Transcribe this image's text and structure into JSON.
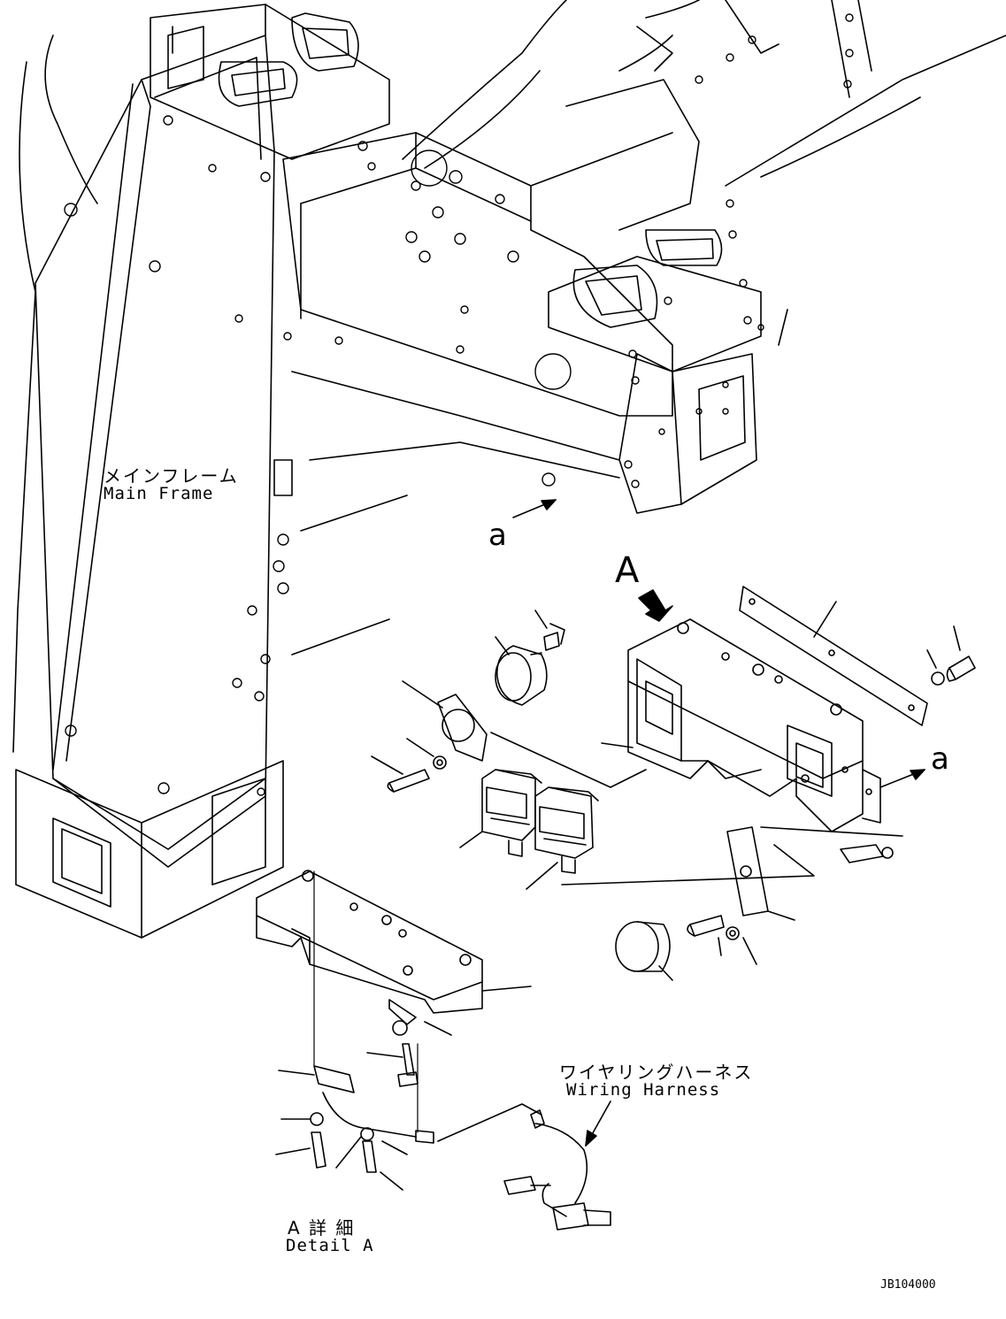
{
  "labels": {
    "main_frame_jp": "メインフレーム",
    "main_frame_en": "Main Frame",
    "wiring_harness_jp": "ワイヤリングハーネス",
    "wiring_harness_en": "Wiring Harness",
    "detail_jp": "A 詳 細",
    "detail_en": "Detail A",
    "view_a": "A",
    "ref_a_top": "a",
    "ref_a_right": "a",
    "drawing_code": "JB104000"
  }
}
